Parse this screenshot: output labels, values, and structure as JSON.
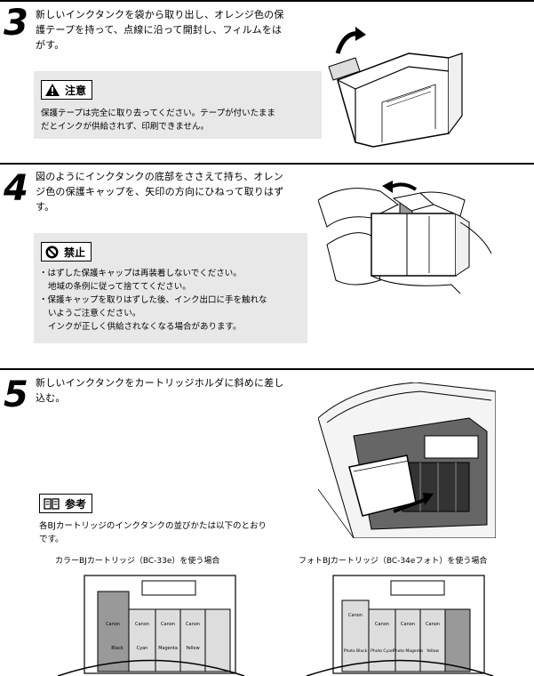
{
  "step3": {
    "number": "3",
    "text_line1": "新しいインクタンクを袋から取り出し、オレンジ色の保",
    "text_line2": "護テープを持って、点線に沿って開封し、フィルムをは",
    "text_line3": "がす。",
    "note": {
      "label": "注意",
      "line1": "保護テープは完全に取り去ってください。テープが付いたまま",
      "line2": "だとインクが供給されず、印刷できません。"
    }
  },
  "step4": {
    "number": "4",
    "text_line1": "図のようにインクタンクの底部をささえて持ち、オレン",
    "text_line2": "ジ色の保護キャップを、矢印の方向にひねって取りはず",
    "text_line3": "す。",
    "note": {
      "label": "禁止",
      "line1": "・はずした保護キャップは再装着しないでください。",
      "line2": "地域の条例に従って捨ててください。",
      "line3": "・保護キャップを取りはずした後、インク出口に手を触れな",
      "line4": "いようご注意ください。",
      "line5": "インクが正しく供給されなくなる場合があります。"
    }
  },
  "step5": {
    "number": "5",
    "text_line1": "新しいインクタンクをカートリッジホルダに斜めに差し",
    "text_line2": "込む。",
    "note": {
      "label": "参考",
      "line1": "各BJカートリッジのインクタンクの並びかたは以下のとおり",
      "line2": "です。"
    },
    "caption_left": "カラーBJカートリッジ（BC-33e）を使う場合",
    "caption_right": "フォトBJカートリッジ（BC-34eフォト）を使う場合",
    "left_brand": [
      "Canon",
      "Canon",
      "Canon",
      "Canon"
    ],
    "left_labels": [
      "Black",
      "Cyan",
      "Magenta",
      "Yellow"
    ],
    "right_brand": [
      "Canon",
      "Canon",
      "Canon",
      "Canon"
    ],
    "right_labels": [
      "Photo Black",
      "Photo Cyan",
      "Photo Magenta",
      "Yellow"
    ]
  }
}
